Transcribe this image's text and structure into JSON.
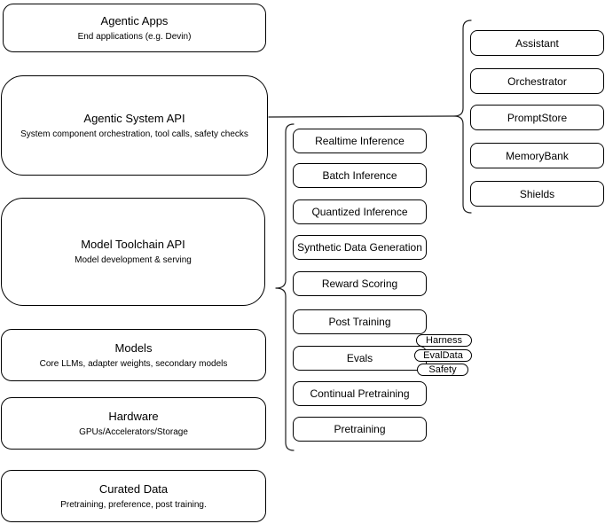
{
  "diagram": {
    "stack": [
      {
        "title": "Agentic Apps",
        "subtitle": "End applications (e.g. Devin)"
      },
      {
        "title": "Agentic System API",
        "subtitle": "System component orchestration, tool calls, safety checks"
      },
      {
        "title": "Model Toolchain API",
        "subtitle": "Model development & serving"
      },
      {
        "title": "Models",
        "subtitle": "Core LLMs, adapter weights, secondary models"
      },
      {
        "title": "Hardware",
        "subtitle": "GPUs/Accelerators/Storage"
      },
      {
        "title": "Curated Data",
        "subtitle": "Pretraining, preference, post training."
      }
    ],
    "toolchain": {
      "items": [
        "Realtime Inference",
        "Batch Inference",
        "Quantized Inference",
        "Synthetic Data Generation",
        "Reward Scoring",
        "Post Training",
        "Evals",
        "Continual Pretraining",
        "Pretraining"
      ],
      "evals_tags": [
        "Harness",
        "EvalData",
        "Safety"
      ]
    },
    "system_components": [
      "Assistant",
      "Orchestrator",
      "PromptStore",
      "MemoryBank",
      "Shields"
    ],
    "colors": {
      "stroke": "#000000",
      "fill": "#ffffff",
      "background": "#ffffff"
    }
  }
}
